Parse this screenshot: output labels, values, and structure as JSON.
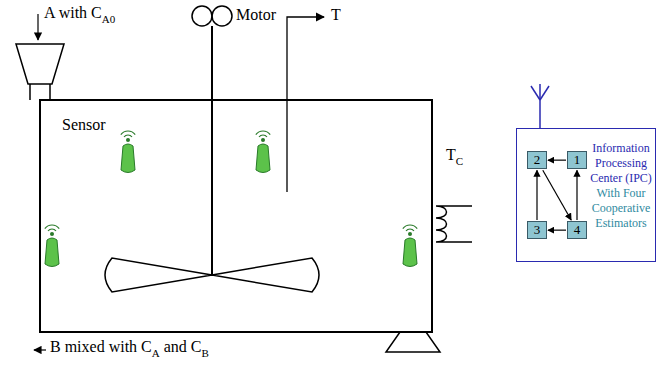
{
  "diagram": {
    "nodes": [
      {
        "text": [
          "Information Processing Center (IPC)",
          "With Four Cooperative Estimators"
        ]
      },
      {
        "text": [
          "2"
        ],
        "in": 0
      },
      {
        "text": [
          "1"
        ],
        "in": 0
      },
      {
        "text": [
          "3"
        ],
        "in": 0
      },
      {
        "text": [
          "4"
        ],
        "in": 0
      }
    ],
    "edges": [
      {
        "from": 2,
        "to": 1,
        "arrow": "to"
      },
      {
        "from": 4,
        "to": 2,
        "arrow": "to"
      },
      {
        "from": 1,
        "to": 4,
        "arrow": "to"
      },
      {
        "from": 3,
        "to": 1,
        "arrow": "to"
      },
      {
        "from": 4,
        "to": 3,
        "arrow": "to"
      }
    ],
    "labels": [
      "A with C",
      "A0",
      "Motor",
      "T",
      "Sensor",
      "T",
      "C",
      "B mixed with C",
      "A",
      "and C",
      "B"
    ]
  }
}
